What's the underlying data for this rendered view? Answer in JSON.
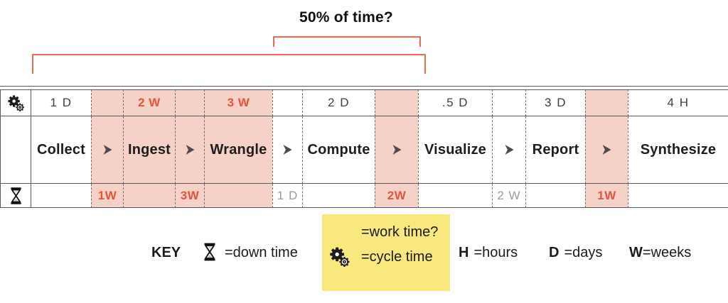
{
  "annotations": {
    "fifty_label": "50% of time?"
  },
  "table": {
    "row_labels": {
      "cycle_row_icon": "gears-icon",
      "down_row_icon": "hourglass-icon"
    },
    "columns": [
      {
        "type": "icons"
      },
      {
        "type": "stage",
        "cycle": "1 D",
        "stage": "Collect",
        "down": ""
      },
      {
        "type": "arrow",
        "cycle": "",
        "down": "1W",
        "highlighted": true
      },
      {
        "type": "stage",
        "cycle": "2 W",
        "stage": "Ingest",
        "down": "",
        "highlighted": true
      },
      {
        "type": "arrow",
        "cycle": "",
        "down": "3W",
        "highlighted": true
      },
      {
        "type": "stage",
        "cycle": "3 W",
        "stage": "Wrangle",
        "down": "",
        "highlighted": true
      },
      {
        "type": "arrow",
        "cycle": "",
        "down": "1 D",
        "highlighted": false
      },
      {
        "type": "stage",
        "cycle": "2 D",
        "stage": "Compute",
        "down": ""
      },
      {
        "type": "arrow",
        "cycle": "",
        "down": "2W",
        "highlighted": true
      },
      {
        "type": "stage",
        "cycle": ".5 D",
        "stage": "Visualize",
        "down": ""
      },
      {
        "type": "arrow",
        "cycle": "",
        "down": "2 W",
        "highlighted": false
      },
      {
        "type": "stage",
        "cycle": "3 D",
        "stage": "Report",
        "down": ""
      },
      {
        "type": "arrow",
        "cycle": "",
        "down": "1W",
        "highlighted": true
      },
      {
        "type": "stage",
        "cycle": "4 H",
        "stage": "Synthesize",
        "down": ""
      }
    ]
  },
  "key": {
    "label": "KEY",
    "down_time": "=down time",
    "work_time": "=work time?",
    "cycle_time": "=cycle time",
    "hours_abbr": "H",
    "hours": "=hours",
    "days_abbr": "D",
    "days": "=days",
    "weeks_abbr": "W",
    "weeks": "=weeks"
  },
  "colors": {
    "highlight_pink": "#f6d1c7",
    "accent_red": "#e2543e",
    "bracket_red": "#ee6a52",
    "key_yellow": "#f8e87d"
  }
}
